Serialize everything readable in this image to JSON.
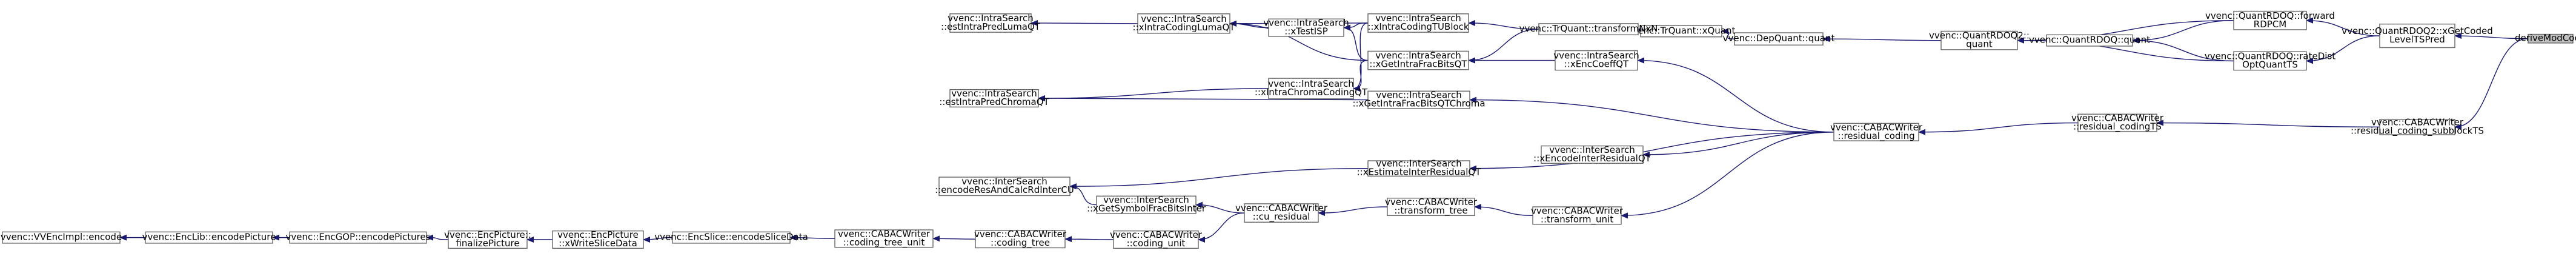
{
  "diagram": {
    "type": "caller-graph",
    "root": "deriveModCoeff",
    "colors": {
      "edge": "#191970",
      "node_border": "#666666",
      "root_fill": "#bfbfbf",
      "node_fill": "#ffffff"
    },
    "nodes": [
      {
        "id": "deriveModCoeff",
        "lines": [
          "deriveModCoeff"
        ]
      },
      {
        "id": "xGetCodedLevelTSPred",
        "lines": [
          "vvenc::QuantRDOQ2::xGetCoded",
          "LevelTSPred"
        ]
      },
      {
        "id": "residual_coding_subblockTS",
        "lines": [
          "vvenc::CABACWriter",
          "::residual_coding_subblockTS"
        ]
      },
      {
        "id": "forwardRDPCM",
        "lines": [
          "vvenc::QuantRDOQ::forward",
          "RDPCM"
        ]
      },
      {
        "id": "rateDistOptQuantTS",
        "lines": [
          "vvenc::QuantRDOQ::rateDist",
          "OptQuantTS"
        ]
      },
      {
        "id": "residual_codingTS",
        "lines": [
          "vvenc::CABACWriter",
          "::residual_codingTS"
        ]
      },
      {
        "id": "QuantRDOQ2_quant",
        "lines": [
          "vvenc::QuantRDOQ2::",
          "quant"
        ]
      },
      {
        "id": "QuantRDOQ_quant",
        "lines": [
          "vvenc::QuantRDOQ::quant"
        ]
      },
      {
        "id": "residual_coding",
        "lines": [
          "vvenc::CABACWriter",
          "::residual_coding"
        ]
      },
      {
        "id": "DepQuant_quant",
        "lines": [
          "vvenc::DepQuant::quant"
        ]
      },
      {
        "id": "TrQuant_xQuant",
        "lines": [
          "vvenc::TrQuant::xQuant"
        ]
      },
      {
        "id": "transformNxN",
        "lines": [
          "vvenc::TrQuant::transformNxN"
        ]
      },
      {
        "id": "xEncCoeffQT",
        "lines": [
          "vvenc::IntraSearch",
          "::xEncCoeffQT"
        ]
      },
      {
        "id": "xGetIntraFracBitsQTChroma",
        "lines": [
          "vvenc::IntraSearch",
          "::xGetIntraFracBitsQTChroma"
        ]
      },
      {
        "id": "xEncodeInterResidualQT",
        "lines": [
          "vvenc::InterSearch",
          "::xEncodeInterResidualQT"
        ]
      },
      {
        "id": "xEstimateInterResidualQT",
        "lines": [
          "vvenc::InterSearch",
          "::xEstimateInterResidualQT"
        ]
      },
      {
        "id": "xIntraCodingTUBlock",
        "lines": [
          "vvenc::IntraSearch",
          "::xIntraCodingTUBlock"
        ]
      },
      {
        "id": "xGetIntraFracBitsQT",
        "lines": [
          "vvenc::IntraSearch",
          "::xGetIntraFracBitsQT"
        ]
      },
      {
        "id": "xTestISP",
        "lines": [
          "vvenc::IntraSearch",
          "::xTestISP"
        ]
      },
      {
        "id": "xIntraCodingLumaQT",
        "lines": [
          "vvenc::IntraSearch",
          "::xIntraCodingLumaQT"
        ]
      },
      {
        "id": "xIntraChromaCodingQT",
        "lines": [
          "vvenc::IntraSearch",
          "::xIntraChromaCodingQT"
        ]
      },
      {
        "id": "estIntraPredLumaQT",
        "lines": [
          "vvenc::IntraSearch",
          "::estIntraPredLumaQT"
        ]
      },
      {
        "id": "estIntraPredChromaQT",
        "lines": [
          "vvenc::IntraSearch",
          "::estIntraPredChromaQT"
        ]
      },
      {
        "id": "encodeResAndCalcRdInterCU",
        "lines": [
          "vvenc::InterSearch",
          "::encodeResAndCalcRdInterCU"
        ]
      },
      {
        "id": "xGetSymbolFracBitsInter",
        "lines": [
          "vvenc::InterSearch",
          "::xGetSymbolFracBitsInter"
        ]
      },
      {
        "id": "cu_residual",
        "lines": [
          "vvenc::CABACWriter",
          "::cu_residual"
        ]
      },
      {
        "id": "transform_tree",
        "lines": [
          "vvenc::CABACWriter",
          "::transform_tree"
        ]
      },
      {
        "id": "transform_unit",
        "lines": [
          "vvenc::CABACWriter",
          "::transform_unit"
        ]
      },
      {
        "id": "coding_unit",
        "lines": [
          "vvenc::CABACWriter",
          "::coding_unit"
        ]
      },
      {
        "id": "coding_tree",
        "lines": [
          "vvenc::CABACWriter",
          "::coding_tree"
        ]
      },
      {
        "id": "coding_tree_unit",
        "lines": [
          "vvenc::CABACWriter",
          "::coding_tree_unit"
        ]
      },
      {
        "id": "encodeSliceData",
        "lines": [
          "vvenc::EncSlice::encodeSliceData"
        ]
      },
      {
        "id": "xWriteSliceData",
        "lines": [
          "vvenc::EncPicture",
          "::xWriteSliceData"
        ]
      },
      {
        "id": "finalizePicture",
        "lines": [
          "vvenc::EncPicture::",
          "finalizePicture"
        ]
      },
      {
        "id": "encodePictures",
        "lines": [
          "vvenc::EncGOP::encodePictures"
        ]
      },
      {
        "id": "encodePicture",
        "lines": [
          "vvenc::EncLib::encodePicture"
        ]
      },
      {
        "id": "VVEncImpl_encode",
        "lines": [
          "vvenc::VVEncImpl::encode"
        ]
      }
    ],
    "edges": [
      [
        "xGetCodedLevelTSPred",
        "deriveModCoeff"
      ],
      [
        "residual_coding_subblockTS",
        "deriveModCoeff"
      ],
      [
        "forwardRDPCM",
        "xGetCodedLevelTSPred"
      ],
      [
        "rateDistOptQuantTS",
        "xGetCodedLevelTSPred"
      ],
      [
        "residual_codingTS",
        "residual_coding_subblockTS"
      ],
      [
        "QuantRDOQ2_quant",
        "forwardRDPCM"
      ],
      [
        "QuantRDOQ_quant",
        "forwardRDPCM"
      ],
      [
        "QuantRDOQ2_quant",
        "rateDistOptQuantTS"
      ],
      [
        "QuantRDOQ_quant",
        "rateDistOptQuantTS"
      ],
      [
        "residual_coding",
        "residual_codingTS"
      ],
      [
        "DepQuant_quant",
        "QuantRDOQ2_quant"
      ],
      [
        "TrQuant_xQuant",
        "DepQuant_quant"
      ],
      [
        "transformNxN",
        "TrQuant_xQuant"
      ],
      [
        "xIntraCodingTUBlock",
        "transformNxN"
      ],
      [
        "xGetIntraFracBitsQT",
        "transformNxN"
      ],
      [
        "xEncCoeffQT",
        "residual_coding"
      ],
      [
        "xGetIntraFracBitsQTChroma",
        "residual_coding"
      ],
      [
        "xEncodeInterResidualQT",
        "residual_coding"
      ],
      [
        "xEstimateInterResidualQT",
        "residual_coding"
      ],
      [
        "transform_unit",
        "residual_coding"
      ],
      [
        "xGetIntraFracBitsQT",
        "xEncCoeffQT"
      ],
      [
        "xIntraCodingLumaQT",
        "xIntraCodingTUBlock"
      ],
      [
        "xTestISP",
        "xIntraCodingTUBlock"
      ],
      [
        "xIntraChromaCodingQT",
        "xIntraCodingTUBlock"
      ],
      [
        "xIntraCodingLumaQT",
        "xGetIntraFracBitsQT"
      ],
      [
        "xTestISP",
        "xGetIntraFracBitsQT"
      ],
      [
        "xIntraChromaCodingQT",
        "xGetIntraFracBitsQT"
      ],
      [
        "xIntraCodingLumaQT",
        "xTestISP"
      ],
      [
        "estIntraPredLumaQT",
        "xIntraCodingLumaQT"
      ],
      [
        "estIntraPredChromaQT",
        "xIntraChromaCodingQT"
      ],
      [
        "estIntraPredChromaQT",
        "xGetIntraFracBitsQTChroma"
      ],
      [
        "encodeResAndCalcRdInterCU",
        "xEstimateInterResidualQT"
      ],
      [
        "encodeResAndCalcRdInterCU",
        "xGetSymbolFracBitsInter"
      ],
      [
        "xGetSymbolFracBitsInter",
        "cu_residual"
      ],
      [
        "coding_unit",
        "cu_residual"
      ],
      [
        "cu_residual",
        "transform_tree"
      ],
      [
        "transform_tree",
        "transform_unit"
      ],
      [
        "coding_tree",
        "coding_unit"
      ],
      [
        "coding_tree_unit",
        "coding_tree"
      ],
      [
        "encodeSliceData",
        "coding_tree_unit"
      ],
      [
        "xWriteSliceData",
        "encodeSliceData"
      ],
      [
        "finalizePicture",
        "xWriteSliceData"
      ],
      [
        "encodePictures",
        "finalizePicture"
      ],
      [
        "encodePicture",
        "encodePictures"
      ],
      [
        "VVEncImpl_encode",
        "encodePicture"
      ]
    ]
  }
}
